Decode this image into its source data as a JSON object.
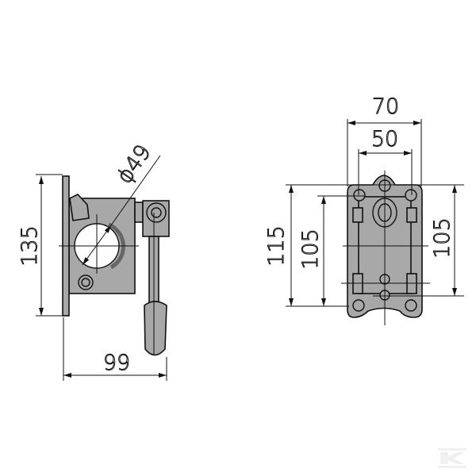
{
  "drawing": {
    "side_view": {
      "height_dim": "135",
      "width_dim": "99",
      "diameter_dim": "ϕ49"
    },
    "front_view": {
      "overall_width_dim": "70",
      "hole_spacing_dim": "50",
      "overall_height_dim": "115",
      "inner_height_left_dim": "105",
      "inner_height_right_dim": "105"
    },
    "logo_text": "K",
    "colors": {
      "part_fill": "#a8a8a8",
      "line": "#111111"
    }
  }
}
